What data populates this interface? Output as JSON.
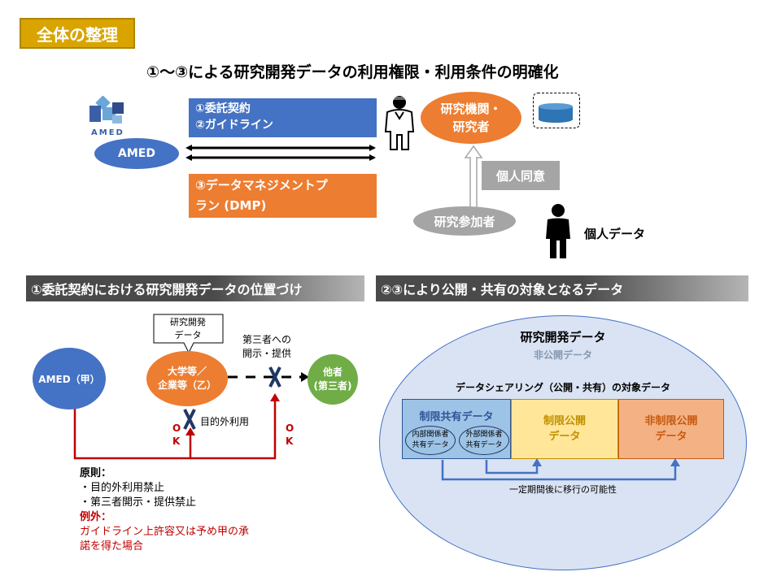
{
  "header": {
    "badge": "全体の整理",
    "title": "①～③による研究開発データの利用権限・利用条件の明確化"
  },
  "top": {
    "logo_text": "AMED",
    "amed_label": "AMED",
    "contract_line1": "①委託契約",
    "contract_line2": "②ガイドライン",
    "dmp_line1": "③データマネジメントプ",
    "dmp_line2": "ラン (DMP)",
    "institution_line1": "研究機関・",
    "institution_line2": "研究者",
    "consent": "個人同意",
    "participant": "研究参加者",
    "personal_data": "個人データ"
  },
  "left_section": {
    "header": "①委託契約における研究開発データの位置づけ",
    "callout_line1": "研究開発",
    "callout_line2": "データ",
    "amed_party": "AMED（甲）",
    "univ_line1": "大学等／",
    "univ_line2": "企業等（乙）",
    "other_line1": "他者",
    "other_line2": "(第三者)",
    "disclosure_line1": "第三者への",
    "disclosure_line2": "開示・提供",
    "purpose_use": "目的外利用",
    "ok_o": "O",
    "ok_k": "K",
    "principle_title": "原則：",
    "principle_1": "・目的外利用禁止",
    "principle_2": "・第三者開示・提供禁止",
    "exception_title": "例外：",
    "exception_line1": "ガイドライン上許容又は予め甲の承",
    "exception_line2": "諾を得た場合"
  },
  "right_section": {
    "header": "②③により公開・共有の対象となるデータ",
    "rd_data": "研究開発データ",
    "non_public": "非公開データ",
    "sharing_title": "データシェアリング（公開・共有）の対象データ",
    "restricted_share": "制限共有データ",
    "internal_line1": "内部関係者",
    "internal_line2": "共有データ",
    "external_line1": "外部関係者",
    "external_line2": "共有データ",
    "restricted_public_line1": "制限公開",
    "restricted_public_line2": "データ",
    "unrestricted_public_line1": "非制限公開",
    "unrestricted_public_line2": "データ",
    "transition": "一定期間後に移行の可能性"
  },
  "colors": {
    "badge": "#d9a400",
    "blue": "#4472c4",
    "orange": "#ed7d31",
    "gray": "#a5a5a5",
    "green": "#70ad47",
    "red": "#c00000",
    "light_blue_oval": "#dae3f3",
    "restricted_share_bg": "#9dc3e6",
    "restricted_public_bg": "#ffe699",
    "unrestricted_public_bg": "#f4b183"
  }
}
